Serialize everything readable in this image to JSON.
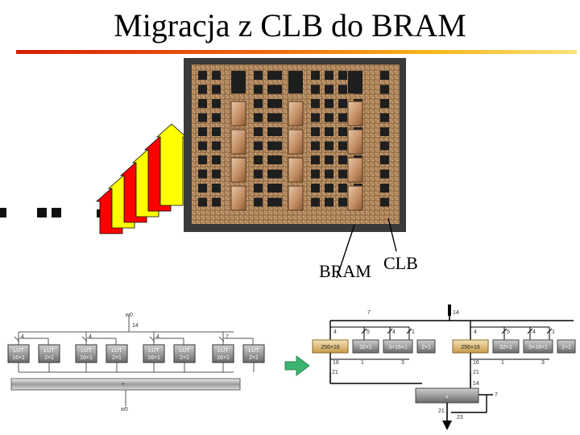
{
  "slide": {
    "title": "Migracja z CLB do BRAM",
    "accent_gradient": [
      "#d81e05",
      "#ee6a10",
      "#f6b81c",
      "#fbe27a"
    ]
  },
  "fpga": {
    "bram_label": "BRAM",
    "clb_label": "CLB",
    "chip_color": "#3a3a3a",
    "fabric_color": "#b48a60",
    "bram_color": "#c89a74",
    "clb_color": "#1e1e1e"
  },
  "arrow": {
    "colors": [
      "#ff0000",
      "#ffff00"
    ]
  },
  "left_circuit": {
    "top_label": "w0",
    "top_bus": "14",
    "bottom_label": "w5",
    "groups": [
      {
        "in_bus": "4",
        "lut_a": [
          "LUT",
          "16×1"
        ],
        "lut_b": [
          "LUT",
          "2×1"
        ]
      },
      {
        "in_bus": "4",
        "lut_a": [
          "LUT",
          "16×1"
        ],
        "lut_b": [
          "LUT",
          "2×1"
        ]
      },
      {
        "in_bus": "4",
        "lut_a": [
          "LUT",
          "16×1"
        ],
        "lut_b": [
          "LUT",
          "2×1"
        ]
      },
      {
        "in_bus": "7",
        "lut_a": [
          "LUT",
          "16×1"
        ],
        "lut_b": [
          "LUT",
          "2×1"
        ]
      }
    ],
    "adder_symbol": "+"
  },
  "right_circuit": {
    "top_bus": "14",
    "mid_bus_left": "7",
    "mid_bus_right": "7",
    "groups": [
      {
        "bram": "256×16",
        "clb_a": "32×1",
        "clb_b": "3×16×1",
        "clb_c": "2×1",
        "bus_a": "4",
        "bus_b": "5",
        "bus_c": "4",
        "bus_d": "1",
        "out_a": "16",
        "out_b": "1",
        "out_c": "3"
      },
      {
        "bram": "256×16",
        "clb_a": "32×1",
        "clb_b": "3×16×1",
        "clb_c": "2×1",
        "bus_a": "4",
        "bus_b": "5",
        "bus_c": "4",
        "bus_d": "1",
        "out_a": "16",
        "out_b": "1",
        "out_c": "3"
      }
    ],
    "sum_left": "21",
    "sum_right": "21",
    "sum_in_right": "14",
    "adder_symbol": "+",
    "adder_out": "21",
    "final_out": "23"
  },
  "transition_arrow_color": "#3cb371"
}
